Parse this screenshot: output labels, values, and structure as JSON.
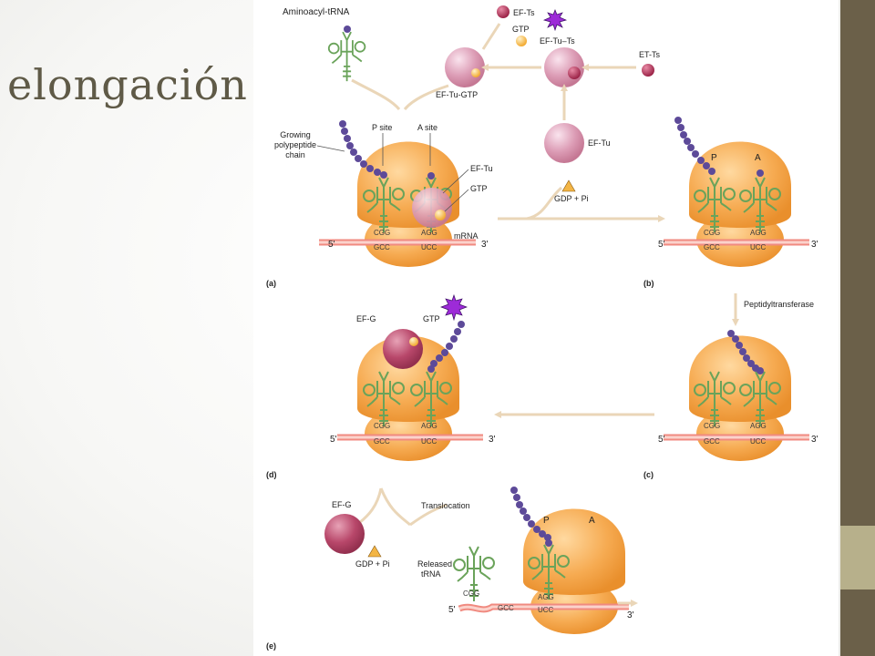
{
  "slide": {
    "title": "elongación"
  },
  "colors": {
    "ribbon": "#f4a646",
    "sidebar": "#6b6049",
    "accent": "#b7b08b",
    "factor": "#d08aa3",
    "tRNA": "#6aa35a",
    "chain": "#5d4a99",
    "gtp": "#f3b545",
    "burst": "#9d2bd8"
  },
  "cycle": {
    "aminoacyl_trna": "Aminoacyl-tRNA",
    "ef_ts": "EF-Ts",
    "gtp": "GTP",
    "ef_tu_ts": "EF-Tu–Ts",
    "et_ts": "ET-Ts",
    "ef_tu_gtp": "EF-Tu-GTP",
    "ef_tu": "EF-Tu",
    "gdp_pi": "GDP + Pi"
  },
  "panel_a": {
    "label": "(a)",
    "growing": [
      "Growing",
      "polypeptide",
      "chain"
    ],
    "p_site": "P site",
    "a_site": "A site",
    "ef_tu": "EF-Tu",
    "gtp": "GTP",
    "mrna": "mRNA",
    "five": "5'",
    "three": "3'",
    "codon_p": "CGG",
    "anti_p": "GCC",
    "codon_a": "AGG",
    "anti_a": "UCC"
  },
  "panel_b": {
    "label": "(b)",
    "p": "P",
    "a": "A",
    "five": "5'",
    "three": "3'",
    "codon_p": "CGG",
    "anti_p": "GCC",
    "codon_a": "AGG",
    "anti_a": "UCC",
    "peptidyl": "Peptidyltransferase"
  },
  "panel_c": {
    "label": "(c)",
    "five": "5'",
    "three": "3'",
    "codon_p": "CGG",
    "anti_p": "GCC",
    "codon_a": "AGG",
    "anti_a": "UCC"
  },
  "panel_d": {
    "label": "(d)",
    "ef_g": "EF-G",
    "gtp": "GTP",
    "five": "5'",
    "three": "3'",
    "codon_p": "CGG",
    "anti_p": "GCC",
    "codon_a": "AGG",
    "anti_a": "UCC"
  },
  "panel_e": {
    "label": "(e)",
    "ef_g": "EF-G",
    "translocation": "Translocation",
    "gdp_pi": "GDP + Pi",
    "released": [
      "Released",
      "tRNA"
    ],
    "released_anti": "CGG",
    "p": "P",
    "a": "A",
    "five": "5'",
    "three": "3'",
    "anti_p": "AGG",
    "codon_p": "UCC",
    "codon_left": "GCC"
  }
}
